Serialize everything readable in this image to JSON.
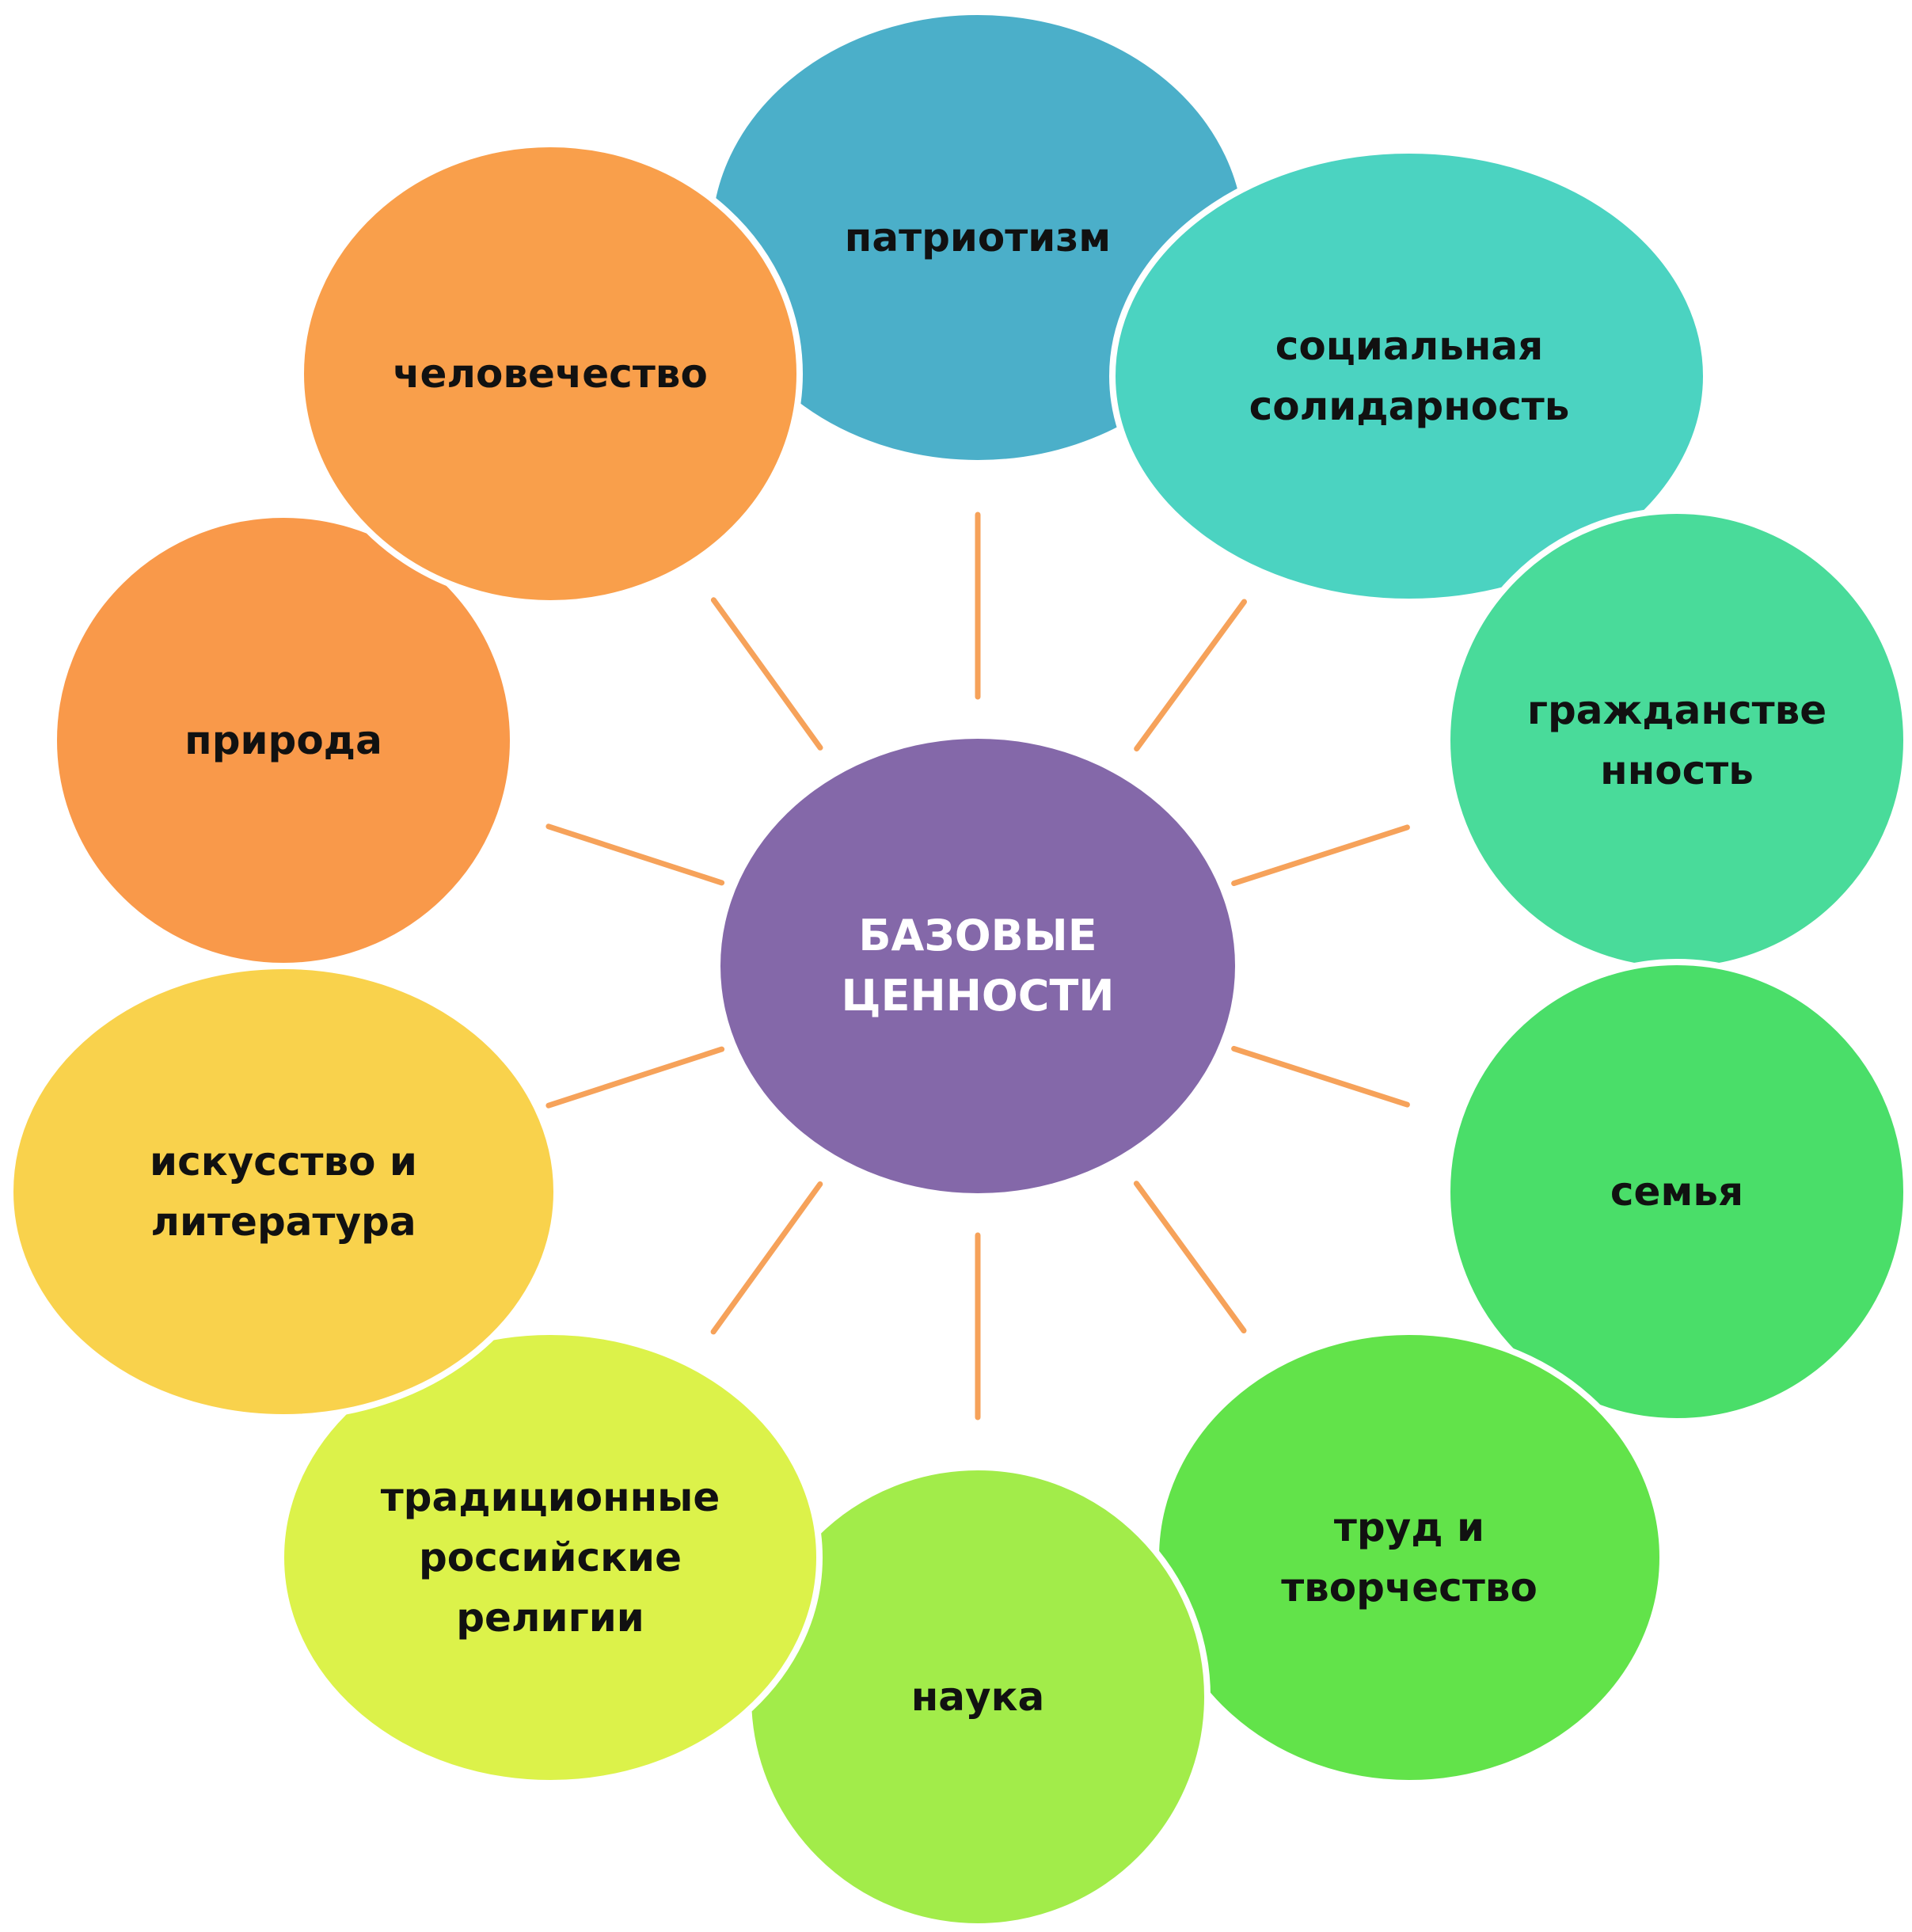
{
  "center": {
    "lines": [
      "БАЗОВЫЕ",
      "ЦЕННОСТИ"
    ],
    "color": "#8468A9"
  },
  "spoke_color": "#F6A25A",
  "values": [
    {
      "id": "patriotism",
      "lines": [
        "патриотизм"
      ],
      "color": "#4BAFC9"
    },
    {
      "id": "social-solidarity",
      "lines": [
        "социальная",
        "солидарность"
      ],
      "color": "#4BD3C1"
    },
    {
      "id": "citizenship",
      "lines": [
        "гражданстве",
        "нность"
      ],
      "color": "#49DB9A"
    },
    {
      "id": "family",
      "lines": [
        "семья"
      ],
      "color": "#4ADE69"
    },
    {
      "id": "labor-creativity",
      "lines": [
        "труд и",
        "творчество"
      ],
      "color": "#62E34A"
    },
    {
      "id": "science",
      "lines": [
        "наука"
      ],
      "color": "#A2EC4A"
    },
    {
      "id": "traditional-religions",
      "lines": [
        "традиционные",
        "российские",
        "религии"
      ],
      "color": "#DCF24A"
    },
    {
      "id": "art-literature",
      "lines": [
        "искусство и",
        "литература"
      ],
      "color": "#F9D24C"
    },
    {
      "id": "nature",
      "lines": [
        "природа"
      ],
      "color": "#F9994A"
    },
    {
      "id": "humanity",
      "lines": [
        "человечество"
      ],
      "color": "#F99F4B"
    }
  ]
}
